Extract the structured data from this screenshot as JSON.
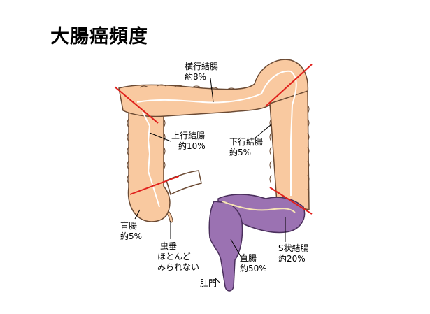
{
  "title": "大腸癌頻度",
  "colors": {
    "colon": "#f9c9a0",
    "colon_outline": "#6b4a33",
    "rectum": "#9b72b2",
    "rectum_outline": "#4a2f5c",
    "cut_line": "#e0201c",
    "leader_line": "#000000"
  },
  "labels": {
    "transverse": {
      "name": "横行結腸",
      "pct": "約8%"
    },
    "ascending": {
      "name": "上行結腸",
      "pct": "約10%"
    },
    "descending": {
      "name": "下行結腸",
      "pct": "約5%"
    },
    "cecum": {
      "name": "盲腸",
      "pct": "約5%"
    },
    "appendix": {
      "name": "虫垂",
      "line2": "ほとんど",
      "line3": "みられない"
    },
    "rectum": {
      "name": "直腸",
      "pct": "約50%"
    },
    "sigmoid": {
      "name": "S状結腸",
      "pct": "約20%"
    },
    "anus": {
      "name": "肛門"
    }
  }
}
